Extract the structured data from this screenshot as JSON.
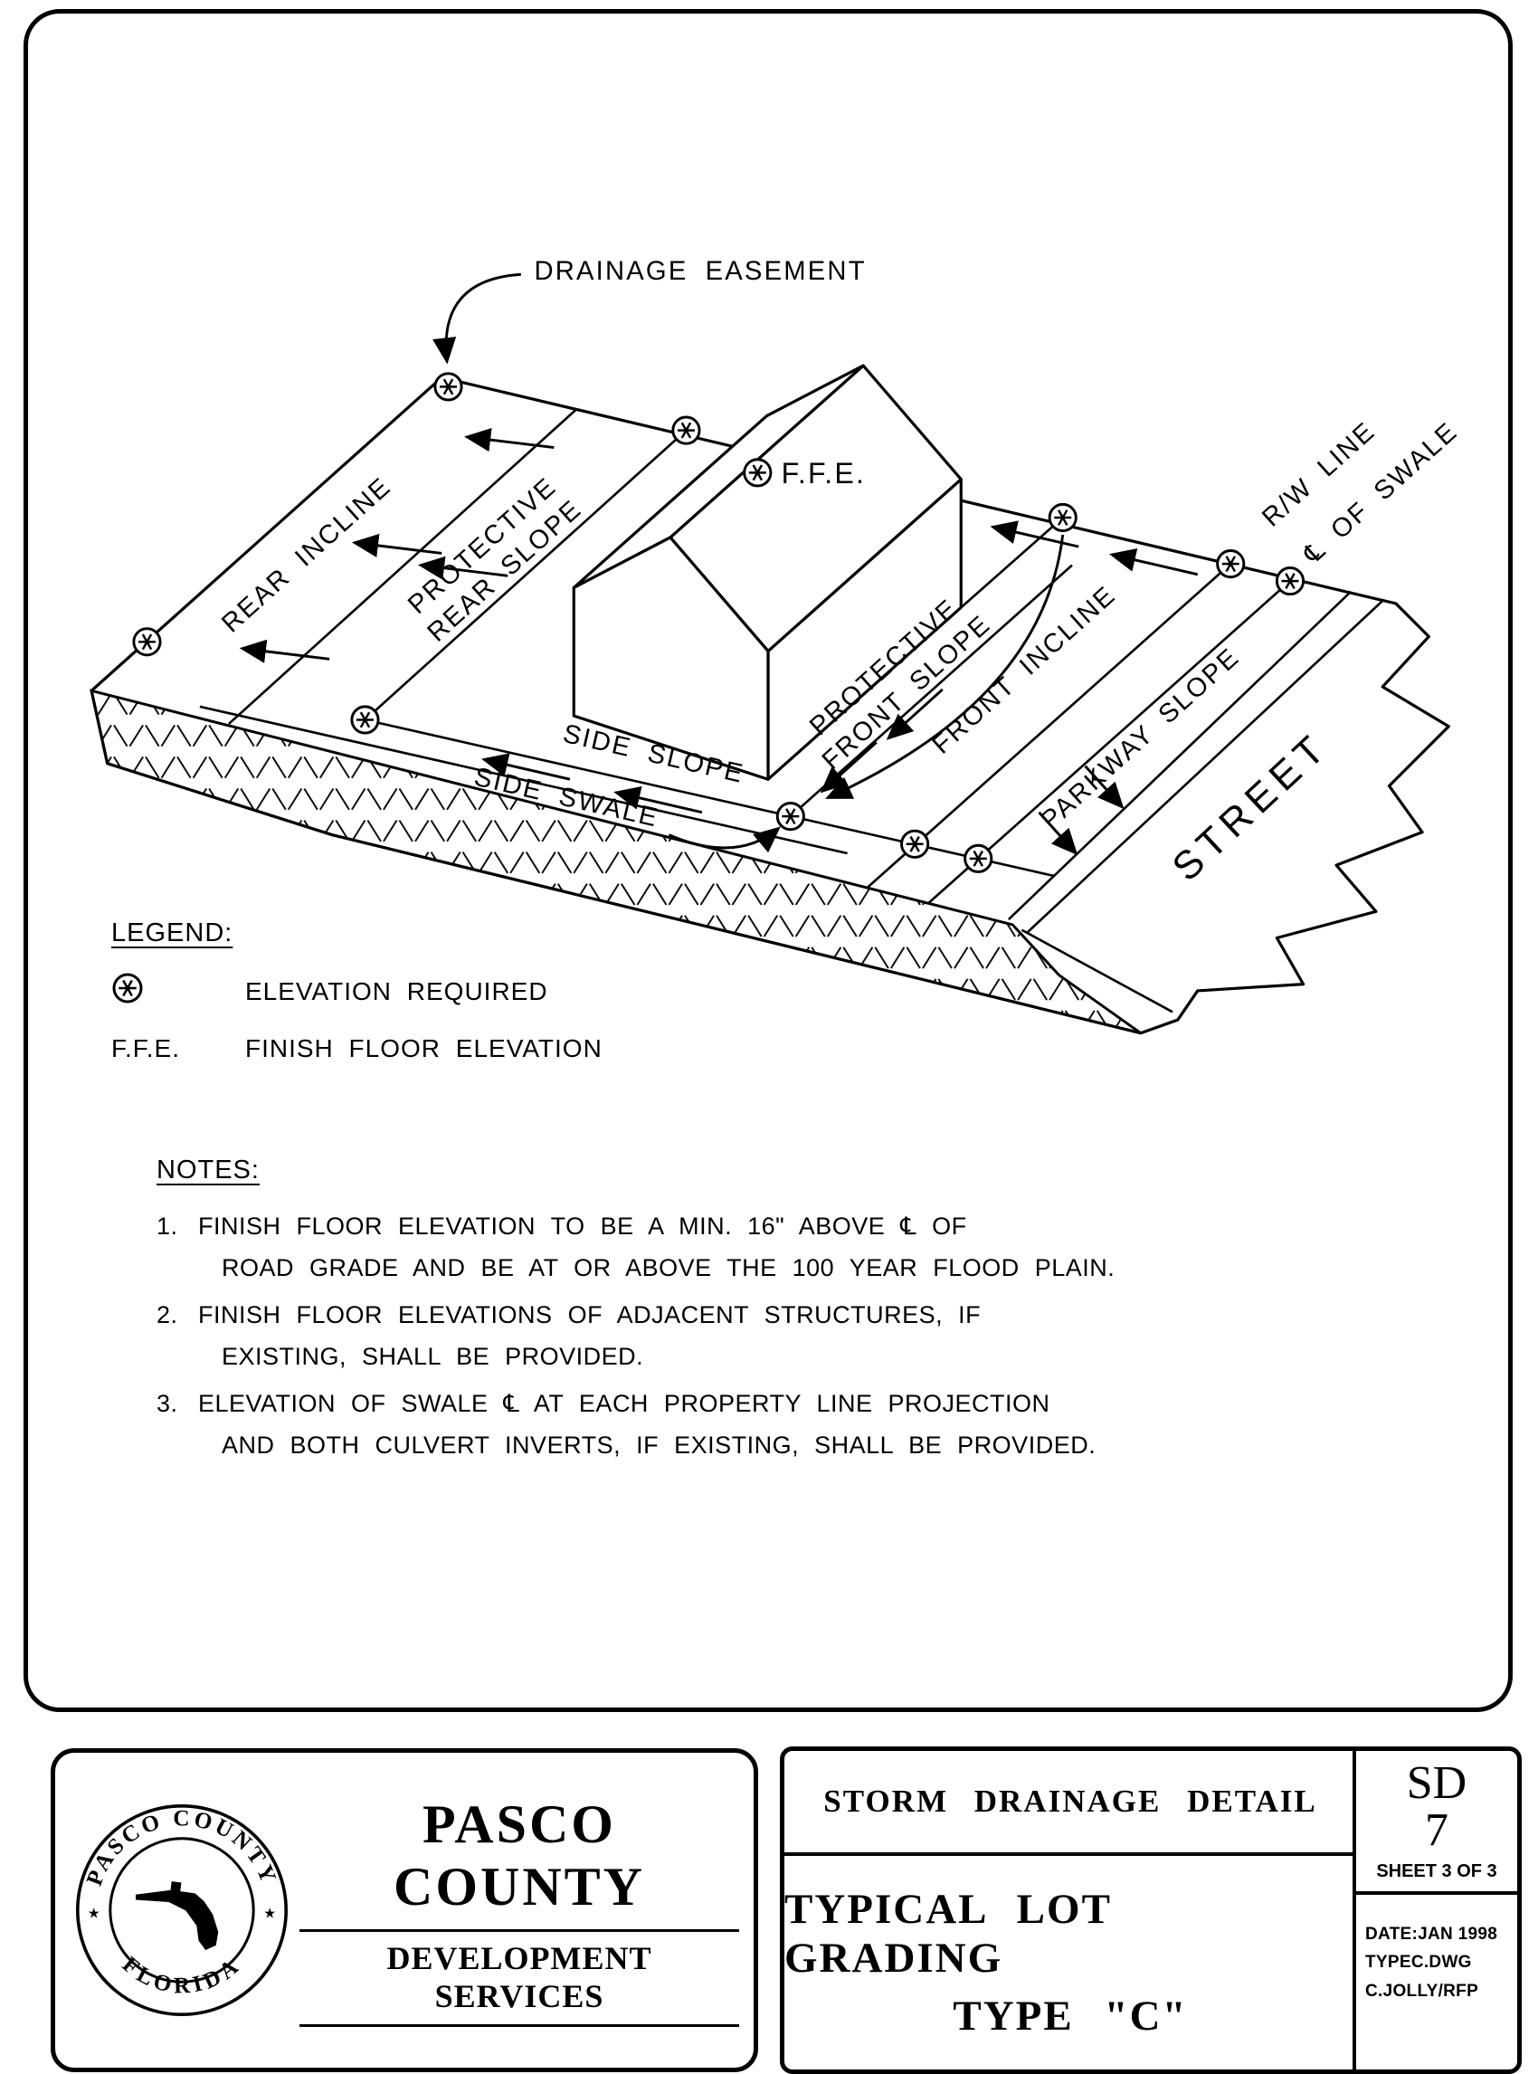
{
  "page": {
    "bg": "#ffffff",
    "ink": "#000000"
  },
  "diagram": {
    "drainage_easement": "DRAINAGE EASEMENT",
    "rear_incline": "REAR INCLINE",
    "protective_rear_line1": "PROTECTIVE",
    "protective_rear_line2": "REAR SLOPE",
    "ffe": "F.F.E.",
    "side_slope": "SIDE SLOPE",
    "side_swale": "SIDE SWALE",
    "protective_front_line1": "PROTECTIVE",
    "protective_front_line2": "FRONT SLOPE",
    "front_incline": "FRONT INCLINE",
    "parkway_slope": "PARKWAY SLOPE",
    "rw_line": "R/W LINE",
    "cl_of_swale": "℄ OF SWALE",
    "street": "STREET"
  },
  "legend": {
    "title": "LEGEND:",
    "elevation_label": "ELEVATION REQUIRED",
    "ffe_symbol": "F.F.E.",
    "ffe_label": "FINISH FLOOR ELEVATION"
  },
  "notes": {
    "title": "NOTES:",
    "items": [
      {
        "num": "1.",
        "line1": "FINISH FLOOR ELEVATION TO BE A MIN. 16\" ABOVE ℄ OF",
        "line2": "ROAD GRADE AND BE AT OR ABOVE THE 100 YEAR FLOOD PLAIN."
      },
      {
        "num": "2.",
        "line1": "FINISH FLOOR ELEVATIONS OF ADJACENT STRUCTURES, IF",
        "line2": "EXISTING, SHALL BE PROVIDED."
      },
      {
        "num": "3.",
        "line1": "ELEVATION OF SWALE ℄ AT EACH PROPERTY LINE PROJECTION",
        "line2": "AND BOTH CULVERT INVERTS, IF EXISTING, SHALL BE PROVIDED."
      }
    ]
  },
  "title_block": {
    "agency": "PASCO COUNTY",
    "department": "DEVELOPMENT SERVICES",
    "seal_top": "PASCO COUNTY",
    "seal_bottom": "FLORIDA",
    "seal_star": "★",
    "detail_header": "STORM DRAINAGE DETAIL",
    "title_line1": "TYPICAL LOT GRADING",
    "title_line2": "TYPE \"C\"",
    "sheet_code": "SD",
    "sheet_number": "7",
    "sheet_of": "SHEET 3 OF 3",
    "date": "DATE:JAN 1998",
    "file": "TYPEC.DWG",
    "author": "C.JOLLY/RFP"
  }
}
